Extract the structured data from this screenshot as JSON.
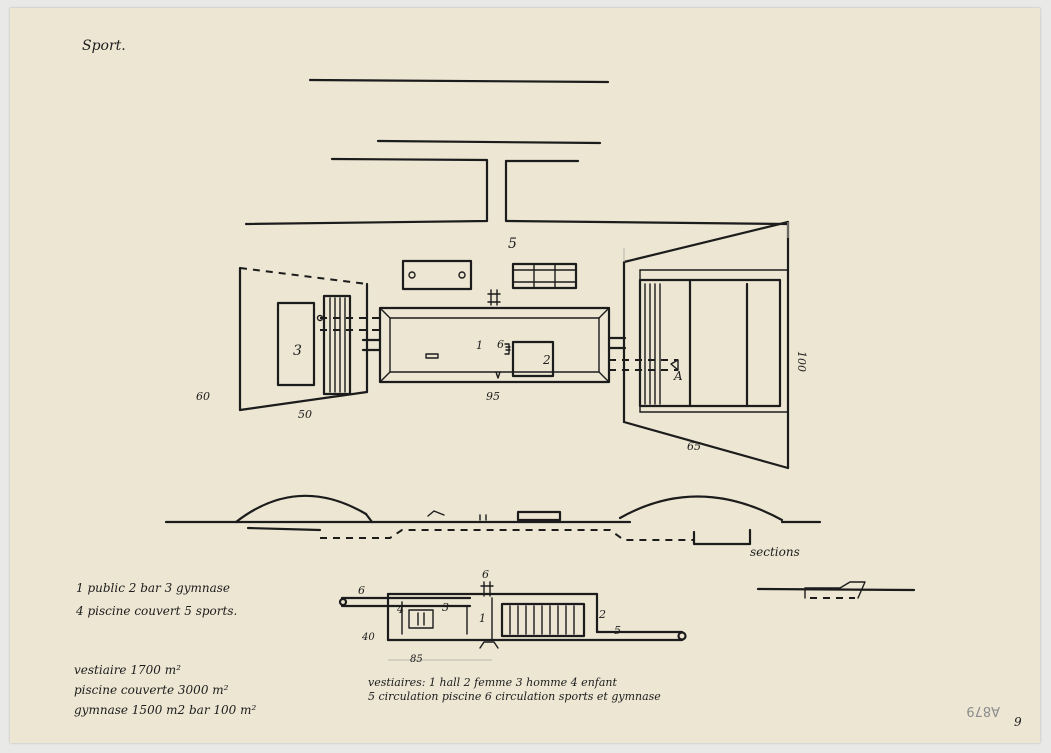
{
  "sheet_title": "Sport.",
  "zone_label_sports": "5",
  "plan_labels": {
    "gymnase": "3",
    "public": "1",
    "stair": "6",
    "bar": "2",
    "piscine": "A",
    "dim_left_height": "60",
    "dim_left_width": "50",
    "dim_center_width": "95",
    "dim_right_height": "100",
    "dim_right_width": "65"
  },
  "section_label": "sections",
  "detail_labels": {
    "n6_top": "6",
    "n6_left": "6",
    "n4": "4",
    "n3": "3",
    "n1": "1",
    "n2": "2",
    "n5": "5",
    "dim_40": "40",
    "dim_85": "85"
  },
  "legend": {
    "line1": "1 public 2 bar 3 gymnase",
    "line2": "4 piscine couvert 5 sports."
  },
  "areas": {
    "line1": "vestiaire 1700 m²",
    "line2": "piscine couverte 3000 m²",
    "line3": "gymnase 1500 m2 bar 100 m²"
  },
  "vestiaires_note": {
    "line1": "vestiaires: 1 hall 2 femme 3 homme 4 enfant",
    "line2": "5 circulation piscine 6 circulation sports et gymnase"
  },
  "stamp": "A879",
  "page_number": "9"
}
